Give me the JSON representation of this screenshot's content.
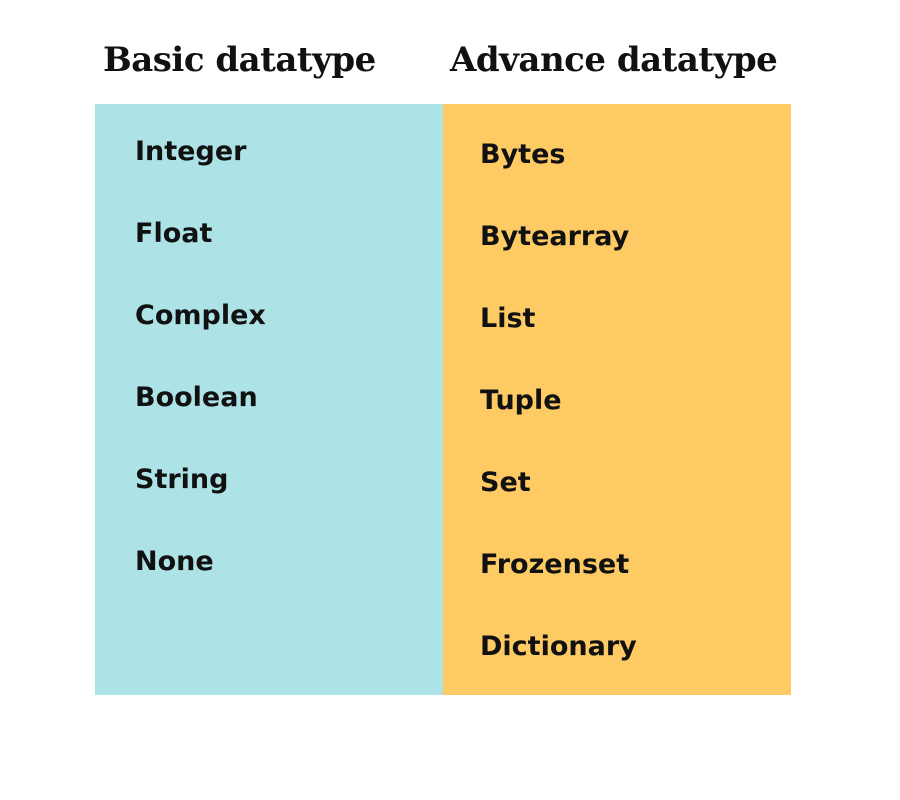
{
  "headers": {
    "basic": "Basic datatype",
    "advance": "Advance datatype"
  },
  "colors": {
    "basic_panel": "#ade3e7",
    "advance_panel": "#fdca64",
    "text": "#111111",
    "background": "#ffffff"
  },
  "basic_items": [
    "Integer",
    "Float",
    "Complex",
    "Boolean",
    "String",
    "None"
  ],
  "advance_items": [
    "Bytes",
    "Bytearray",
    "List",
    "Tuple",
    "Set",
    "Frozenset",
    "Dictionary"
  ]
}
